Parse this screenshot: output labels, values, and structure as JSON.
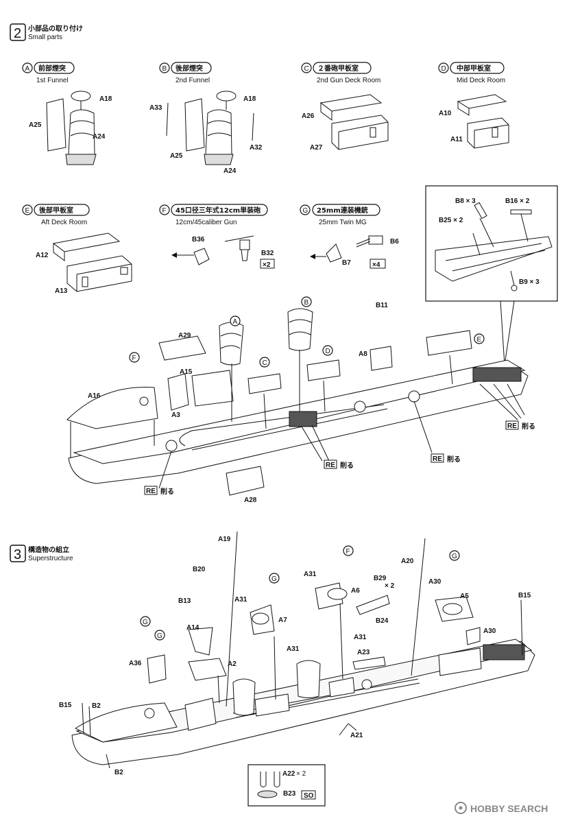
{
  "step2": {
    "number": "2",
    "title_jp": "小部品の取り付け",
    "title_en": "Small parts",
    "subassemblies": [
      {
        "letter": "A",
        "jp": "前部煙突",
        "en": "1st Funnel",
        "parts": [
          "A18",
          "A25",
          "A24"
        ]
      },
      {
        "letter": "B",
        "jp": "後部煙突",
        "en": "2nd Funnel",
        "parts": [
          "A18",
          "A33",
          "A25",
          "A32",
          "A24"
        ]
      },
      {
        "letter": "C",
        "jp": "２番砲甲板室",
        "en": "2nd Gun Deck Room",
        "parts": [
          "A26",
          "A27"
        ]
      },
      {
        "letter": "D",
        "jp": "中部甲板室",
        "en": "Mid Deck Room",
        "parts": [
          "A10",
          "A11"
        ]
      },
      {
        "letter": "E",
        "jp": "後部甲板室",
        "en": "Aft Deck Room",
        "parts": [
          "A12",
          "A13"
        ]
      },
      {
        "letter": "F",
        "jp": "45口径三年式12cm単装砲",
        "en": "12cm/45caliber Gun",
        "parts": [
          "B36",
          "B32"
        ],
        "qty": "×2"
      },
      {
        "letter": "G",
        "jp": "25mm連装機銃",
        "en": "25mm Twin MG",
        "parts": [
          "B6",
          "B7"
        ],
        "qty": "×4"
      }
    ],
    "inset_parts": [
      "B8 × 3",
      "B16 × 2",
      "B25 × 2",
      "B9 × 3"
    ],
    "hull_parts": [
      "A29",
      "A15",
      "A16",
      "A3",
      "A28",
      "A8",
      "B11"
    ],
    "callouts": [
      "A",
      "B",
      "C",
      "D",
      "E",
      "F"
    ],
    "re_badge": "RE",
    "re_text": "削る"
  },
  "step3": {
    "number": "3",
    "title_jp": "構造物の組立",
    "title_en": "Superstructure",
    "parts": [
      "A19",
      "B20",
      "B13",
      "A14",
      "A2",
      "A36",
      "B15",
      "B2",
      "A31",
      "A7",
      "A6",
      "B29",
      "× 2",
      "B24",
      "A23",
      "A20",
      "A30",
      "A5",
      "B15",
      "A21"
    ],
    "callouts": [
      "F",
      "G",
      "G",
      "G",
      "G"
    ],
    "box": {
      "part": "A22",
      "qty": "× 2",
      "part2": "B23",
      "badge": "SO"
    }
  },
  "watermark": "HOBBY SEARCH"
}
